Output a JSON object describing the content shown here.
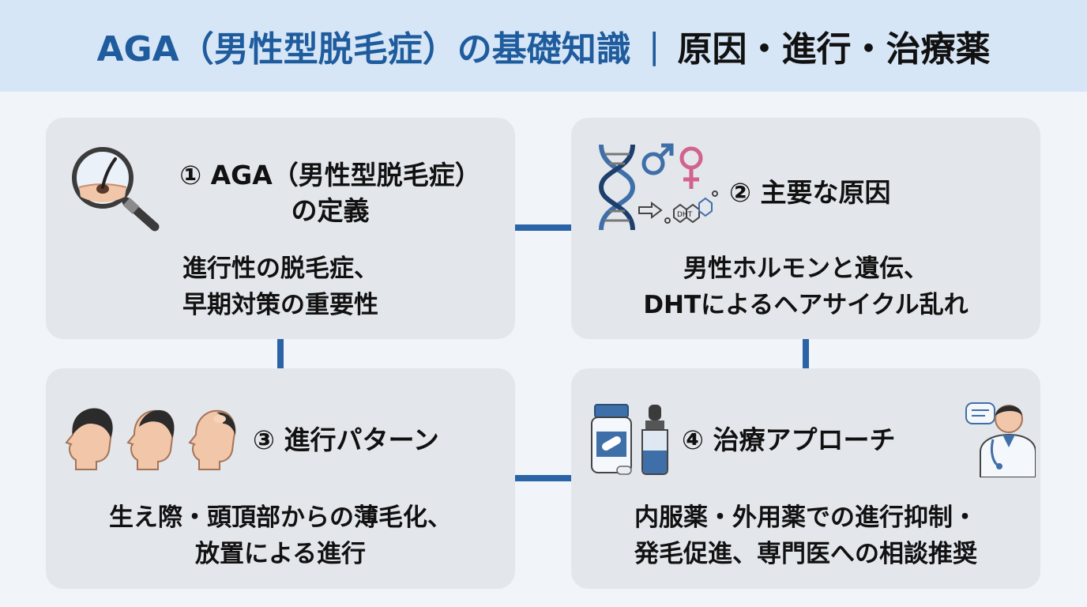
{
  "header": {
    "title": "AGA（男性型脱毛症）の基礎知識",
    "separator": "|",
    "subtitle": "原因・進行・治療薬"
  },
  "cards": [
    {
      "number": "①",
      "title_line1": "AGA（男性型脱毛症）",
      "title_line2": "の定義",
      "body_line1": "進行性の脱毛症、",
      "body_line2": "早期対策の重要性",
      "icons": [
        "magnifier-hair-follicle-icon"
      ]
    },
    {
      "number": "②",
      "title": "主要な原因",
      "body_line1": "男性ホルモンと遺伝、",
      "body_line2": "DHTによるヘアサイクル乱れ",
      "icons": [
        "dna-icon",
        "male-symbol-icon",
        "female-symbol-icon",
        "dht-molecule-icon"
      ],
      "molecule_label": "DHT"
    },
    {
      "number": "③",
      "title": "進行パターン",
      "body_line1": "生え際・頭頂部からの薄毛化、",
      "body_line2": "放置による進行",
      "icons": [
        "head-full-hair-icon",
        "head-thinning-icon",
        "head-bald-crown-icon"
      ]
    },
    {
      "number": "④",
      "title": "治療アプローチ",
      "body_line1": "内服薬・外用薬での進行抑制・",
      "body_line2": "発毛促進、専門医への相談推奨",
      "icons": [
        "pill-bottle-icon",
        "dropper-bottle-icon",
        "doctor-icon"
      ]
    }
  ],
  "colors": {
    "header_bg": "#d6e6f6",
    "accent_blue": "#1f5c9e",
    "connector": "#2a63a6",
    "card_bg": "#e3e6eb",
    "page_bg": "#f1f5fa"
  }
}
